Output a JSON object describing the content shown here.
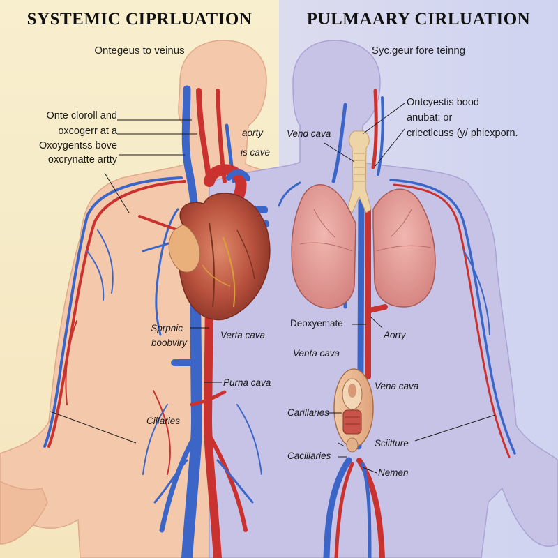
{
  "colors": {
    "left_background": "#f7ecc8",
    "right_background": "#d9dcf3",
    "left_skin": "#f4c9ab",
    "right_skin": "#c7c3e6",
    "vein_blue": "#3b66c8",
    "artery_red": "#c9322f",
    "lung_pink": "#dd8f8c"
  },
  "left_panel": {
    "title": "SYSTEMIC CIPRLUATION",
    "subtitle": "Ontegeus to veinus",
    "labels": {
      "top_line1": "Onte cloroll and",
      "top_line2": "oxcogerr at a",
      "top_line3": "Oxoygentss bove",
      "top_line4": "oxcrynatte artty",
      "aorty": "aorty",
      "is_cave": "is cave",
      "sprpnic": "Sprpnic",
      "boobviry": "boobviry",
      "verta_cava": "Verta cava",
      "purna_cava": "Purna cava",
      "cillaries": "Cillaries"
    }
  },
  "right_panel": {
    "title": "PULMAARY CIRLUATION",
    "subtitle": "Syc.geur fore teinng",
    "labels": {
      "vend_cava": "Vend cava",
      "top_line1": "Ontcyestis bood",
      "top_line2": "anubat: or",
      "top_line3": "criectlcuss (y/ phiexporn.",
      "deoxyemate": "Deoxyemate",
      "aorty": "Aorty",
      "venta_cava": "Venta cava",
      "vena_cava": "Vena cava",
      "carillaries": "Carillaries",
      "scilture": "Sciitture",
      "cacillaries": "Cacillaries",
      "nemen": "Nemen"
    }
  }
}
